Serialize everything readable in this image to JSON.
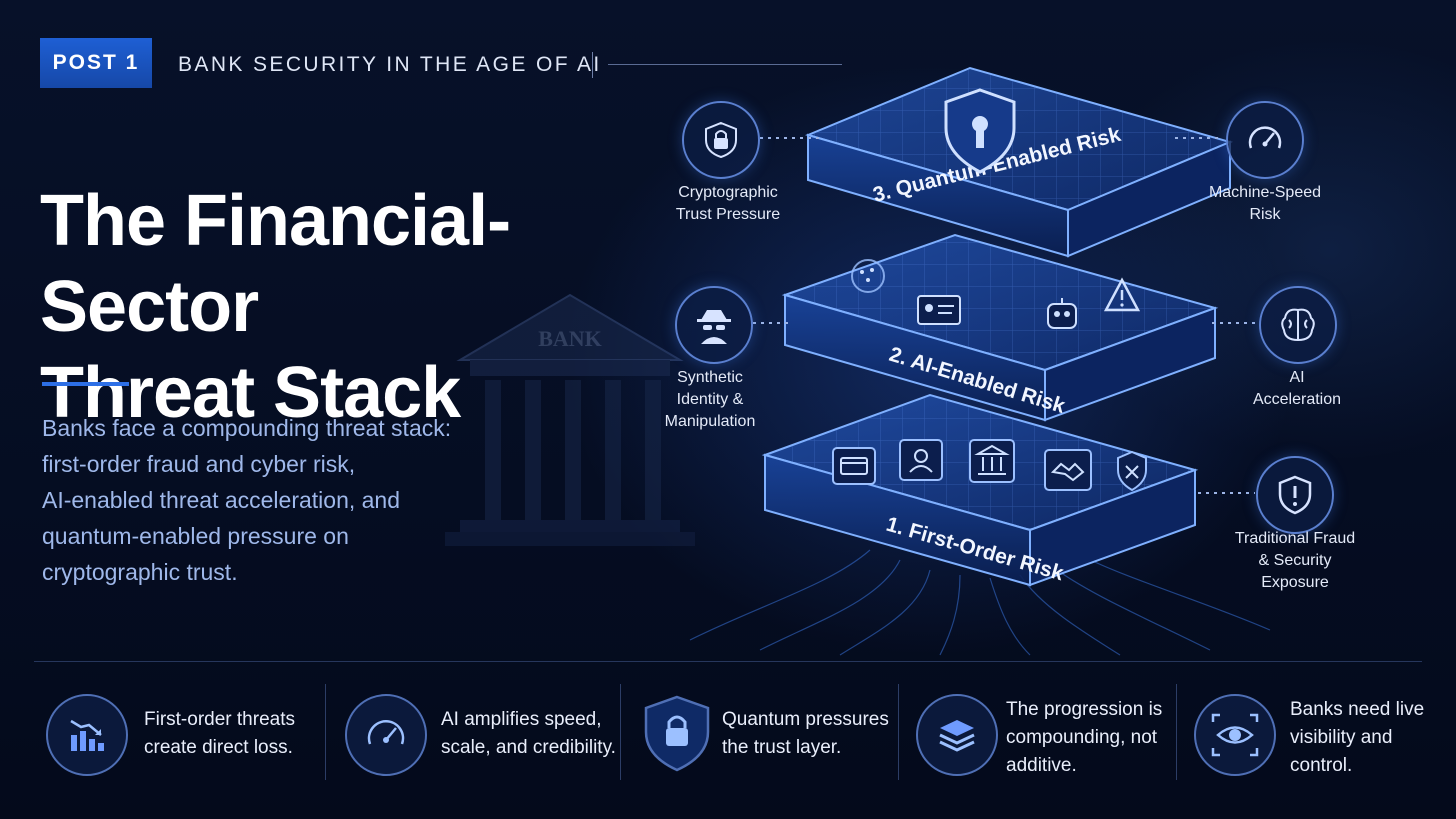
{
  "header": {
    "badge": "POST 1",
    "series_title": "BANK SECURITY IN THE AGE OF AI"
  },
  "title": {
    "line1": "The Financial-Sector",
    "line2": "Threat Stack"
  },
  "subtitle": {
    "lines": [
      "Banks face a compounding threat stack:",
      "first-order fraud and cyber risk,",
      "AI-enabled threat acceleration, and",
      "quantum-enabled pressure on",
      "cryptographic trust."
    ]
  },
  "bank_sign": "BANK",
  "layers": [
    {
      "label": "3. Quantum-Enabled Risk"
    },
    {
      "label": "2. AI-Enabled Risk"
    },
    {
      "label": "1. First-Order Risk"
    }
  ],
  "side_nodes": {
    "crypto": {
      "icon": "lock-shield-icon",
      "lines": [
        "Cryptographic",
        "Trust Pressure"
      ]
    },
    "machine": {
      "icon": "speedometer-icon",
      "lines": [
        "Machine-Speed",
        "Risk"
      ]
    },
    "synthetic": {
      "icon": "spy-icon",
      "lines": [
        "Synthetic",
        "Identity &",
        "Manipulation"
      ]
    },
    "ai": {
      "icon": "brain-icon",
      "lines": [
        "AI",
        "Acceleration"
      ]
    },
    "fraud": {
      "icon": "alert-shield-icon",
      "lines": [
        "Traditional Fraud",
        "& Security",
        "Exposure"
      ]
    }
  },
  "footer": [
    {
      "icon": "declining-chart-icon",
      "lines": [
        "First-order threats",
        "create direct loss."
      ]
    },
    {
      "icon": "speedometer-icon",
      "lines": [
        "AI amplifies speed,",
        "scale, and credibility."
      ]
    },
    {
      "icon": "lock-shield-icon",
      "lines": [
        "Quantum pressures",
        "the trust layer."
      ]
    },
    {
      "icon": "layers-icon",
      "lines": [
        "The progression is",
        "compounding, not",
        "additive."
      ]
    },
    {
      "icon": "eye-scan-icon",
      "lines": [
        "Banks need live",
        "visibility and",
        "control."
      ]
    }
  ],
  "colors": {
    "accent": "#2d6fe6",
    "background": "#050d22",
    "subtitle": "#9fb8ea",
    "glow": "#4f8cff"
  }
}
